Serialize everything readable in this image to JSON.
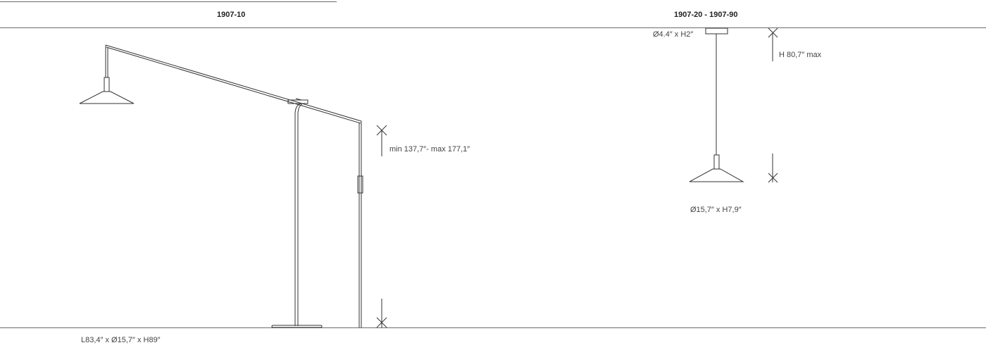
{
  "models": {
    "left": {
      "heading": "1907-10",
      "dimensions": "L83,4″ x Ø15,7″ x H89″",
      "height_range": "min 137,7″- max 177,1″"
    },
    "right": {
      "heading": "1907-20 - 1907-90",
      "canopy": "Ø4.4″ x H2″",
      "cable_max": "H 80,7″ max",
      "shade": "Ø15,7″ x H7,9″"
    }
  },
  "colors": {
    "line": "#333333",
    "rule": "#6b6b6b",
    "text": "#444444"
  }
}
